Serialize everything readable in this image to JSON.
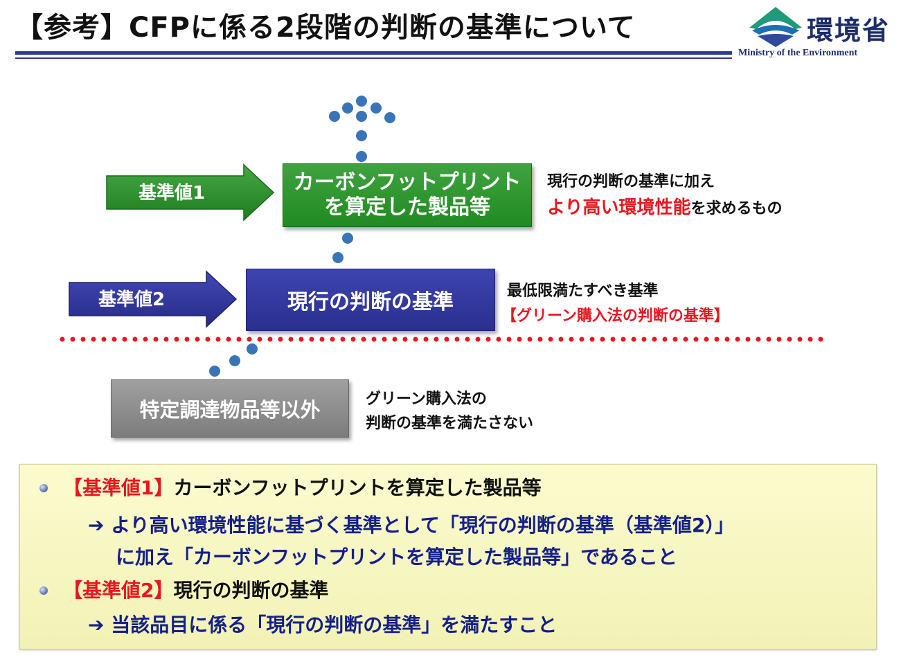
{
  "header": {
    "title": "【参考】CFPに係る2段階の判断の基準について",
    "logo_name": "環境省",
    "logo_sub": "Ministry of the Environment"
  },
  "colors": {
    "green": "#218a21",
    "navy": "#2a2f8f",
    "gray": "#7c7c7c",
    "red": "#e8161f",
    "dot_blue": "#3a74b8",
    "summary_bg": "#f6f6c0"
  },
  "levels": [
    {
      "arrow_label": "基準値1",
      "box_line1": "カーボンフットプリント",
      "box_line2": "を算定した製品等",
      "desc_line1": "現行の判断の基準に加え",
      "desc_line2_red": "より高い環境性能",
      "desc_line2_rest": "を求めるもの"
    },
    {
      "arrow_label": "基準値2",
      "box_text": "現行の判断の基準",
      "desc_line1": "最低限満たすべき基準",
      "desc_line2_red": "【グリーン購入法の判断の基準】"
    },
    {
      "box_text": "特定調達物品等以外",
      "desc_line1": "グリーン購入法の",
      "desc_line2": "判断の基準を満たさない"
    }
  ],
  "summary": {
    "item1_tag": "【基準値1】",
    "item1_text": "カーボンフットプリントを算定した製品等",
    "item1_sub_line1": "➔ より高い環境性能に基づく基準として「現行の判断の基準（基準値2）」",
    "item1_sub_line2": "に加え「カーボンフットプリントを算定した製品等」であること",
    "item2_tag": "【基準値2】",
    "item2_text": "現行の判断の基準",
    "item2_sub": "➔ 当該品目に係る「現行の判断の基準」を満たすこと"
  }
}
